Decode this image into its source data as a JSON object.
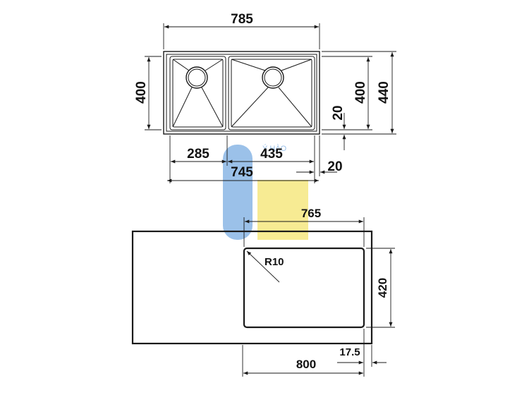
{
  "top_view": {
    "overall_width": "785",
    "overall_depth": "440",
    "bowl_depth": "400",
    "bowl_depth_left": "400",
    "offset_back": "20",
    "left_bowl_width": "285",
    "right_bowl_width": "435",
    "inner_total_width": "745",
    "offset_side": "20"
  },
  "bottom_view": {
    "cutout_width": "765",
    "corner_radius": "R10",
    "cutout_depth": "420",
    "cabinet_width": "800",
    "side_offset": "17.5"
  },
  "watermark": {
    "text": "Ý HÀO",
    "color_blue": "#4a8fd8",
    "color_yellow": "#f2dc3c"
  }
}
